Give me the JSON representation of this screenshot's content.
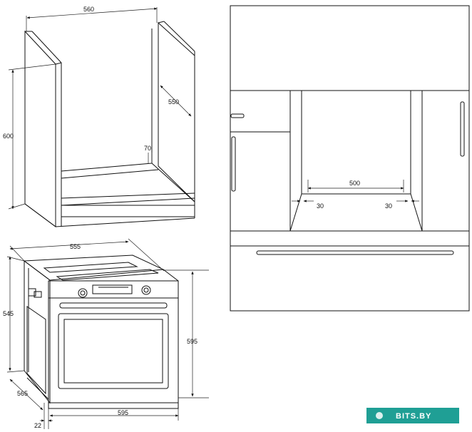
{
  "cabinet": {
    "width": "560",
    "depth": "550",
    "height": "600",
    "back_gap": "70"
  },
  "niche": {
    "width": "500",
    "left_side": "30",
    "right_side": "30"
  },
  "oven": {
    "depth": "555",
    "height_body": "545",
    "depth_total": "565",
    "front_thickness": "22",
    "width": "595",
    "height": "595"
  },
  "watermark": {
    "text": "BITS.BY",
    "color": "#1f9f95"
  }
}
